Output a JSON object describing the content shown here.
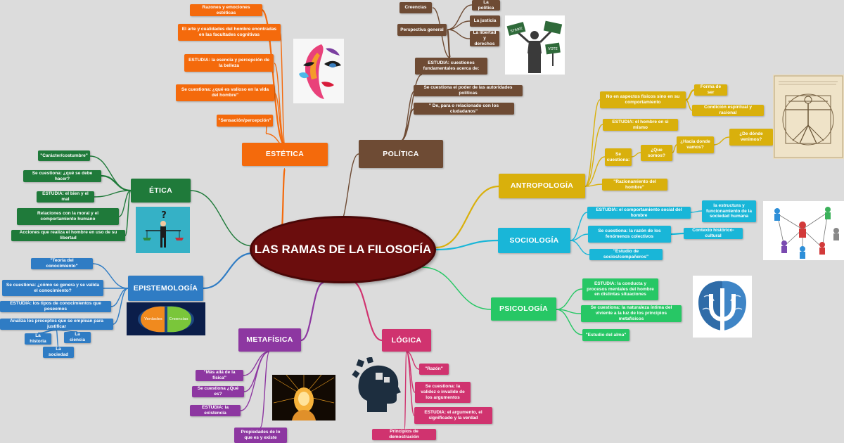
{
  "center_title": "LAS RAMAS DE LA FILOSOFÍA",
  "colors": {
    "background": "#dcdcdc",
    "center": "#6b0d0d",
    "estetica": "#f46a0c",
    "politica": "#6e4b34",
    "antropologia": "#d9b00c",
    "sociologia": "#19b6d8",
    "psicologia": "#27c765",
    "logica": "#d0336f",
    "metafisica": "#8d37a1",
    "epistemologia": "#2f7cc4",
    "etica": "#1f7a3a"
  },
  "branches": {
    "estetica": {
      "label": "ESTÉTICA",
      "nodes": [
        "Razones y emociones estéticas",
        "El arte y cualidades del hombre enontradas en las facultades cognitivas",
        "ESTUDIA: la esencia y percepción de la belleza",
        "Se cuestiona: ¿qué es valioso en la vida del hombre\"",
        "\"Sensación/percepción\""
      ]
    },
    "politica": {
      "label": "POLÍTICA",
      "nodes": [
        "Creencias",
        "Perspectiva general",
        "La política",
        "La justicia",
        "La libertad y derechos",
        "ESTUDIA: cuestiones fundamentales acerca de:",
        "Se cuestiona el poder de las autoridades políticas",
        "\" De, para o relacionado con los ciudadanos\""
      ]
    },
    "antropologia": {
      "label": "ANTROPOLOGÍA",
      "nodes": [
        "No en aspectos físicos sino en su comportamiento",
        "Forma de ser",
        "Condición espiritual y racional",
        "ESTUDIA: el hombre en si mismo",
        "Se cuestiona:",
        "¿Que somos?",
        "¿Hacia donde vamos?",
        "¿De dónde venimos?",
        "\"Razionamiento del hombre\""
      ]
    },
    "sociologia": {
      "label": "SOCIOLOGÍA",
      "nodes": [
        "ESTUDIA: el comportamiento social del hombre",
        "la estructura y funcionamiento de la sociedad humana",
        "Se cuestiona: la razón de los fenómenos colectivos",
        "Contexto histórico-cultural",
        "\"Estudio de socios/compañeros\""
      ]
    },
    "psicologia": {
      "label": "PSICOLOGÍA",
      "nodes": [
        "ESTUDIA: la conducta y procesos mentales del hombre en distintas situaciones",
        "Se cuestiona: la naturaleza íntima del viviente a la luz de los principios metafísicos",
        "\"Estudio del alma\""
      ]
    },
    "logica": {
      "label": "LÓGICA",
      "nodes": [
        "\"Razón\"",
        "Se cuestiona: la validez e invalide de los argumentos",
        "ESTUDIA: el argumento, el significado y la verdad",
        "Principios de demostración"
      ]
    },
    "metafisica": {
      "label": "METAFÍSICA",
      "nodes": [
        "\"Más allá de la física\"",
        "Se cuestiona ¿Qué es?",
        "ESTUDIA: la existencia",
        "Propiedades de lo que es y existe"
      ]
    },
    "epistemologia": {
      "label": "EPISTEMOLOGÍA",
      "nodes": [
        "\"Teoría del conocimiento\"",
        "Se cuestiona: ¿cómo se genera y se valida el conocimiento?",
        "ESTUDIA: los tipos de conocimientos que poseemos",
        "Analiza los preceptos que se emplean para justificar",
        "La historia",
        "La ciencia",
        "La sociedad"
      ]
    },
    "etica": {
      "label": "ÉTICA",
      "nodes": [
        "\"Carácter/costumbre\"",
        "Se cuestiona: ¿qué se debe hacer?",
        "ESTUDIA: el bien y el mal",
        "Relaciones con la moral y el comportamiento humano",
        "Acciones que realiza el hombre en uso de su libertad"
      ]
    }
  },
  "images": {
    "estetica": "face-art-icon",
    "politica": "protest-vote-icon",
    "antropologia": "vitruvian-man-icon",
    "sociologia": "social-network-icon",
    "psicologia": "brain-psi-icon",
    "logica": "head-puzzle-icon",
    "metafisica": "glowing-head-icon",
    "epistemologia": "brain-hemispheres-icon",
    "etica": "moral-scale-person-icon",
    "epistemologia_image_labels": [
      "Verdades",
      "Creencias"
    ],
    "politica_image_labels": [
      "VOTE",
      "STRIKE"
    ]
  }
}
